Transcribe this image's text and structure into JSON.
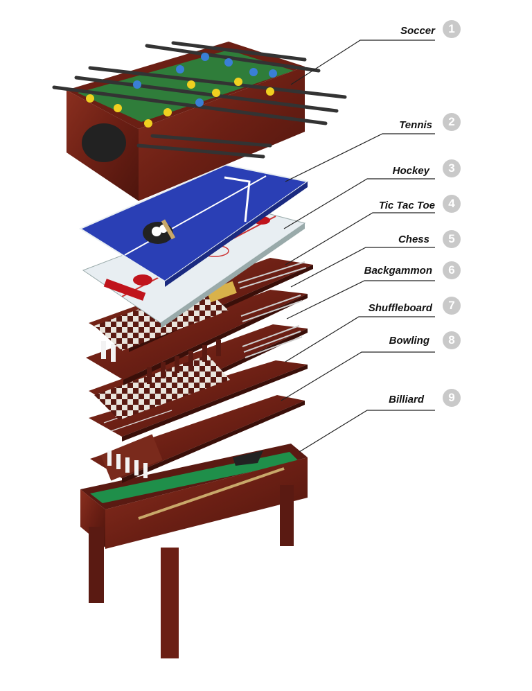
{
  "callouts": [
    {
      "number": "1",
      "label": "Soccer"
    },
    {
      "number": "2",
      "label": "Tennis"
    },
    {
      "number": "3",
      "label": "Hockey"
    },
    {
      "number": "4",
      "label": "Tic Tac Toe"
    },
    {
      "number": "5",
      "label": "Chess"
    },
    {
      "number": "6",
      "label": "Backgammon"
    },
    {
      "number": "7",
      "label": "Shuffleboard"
    },
    {
      "number": "8",
      "label": "Bowling"
    },
    {
      "number": "9",
      "label": "Billiard"
    }
  ],
  "colors": {
    "wood": "#6b1f14",
    "wood_light": "#8a2f1f",
    "tennis_blue": "#2a3fb5",
    "hockey_white": "#e8eef2",
    "felt_green": "#1f8f4a",
    "soccer_green": "#2f7d3a",
    "callout_circle": "#c9c9c9"
  }
}
